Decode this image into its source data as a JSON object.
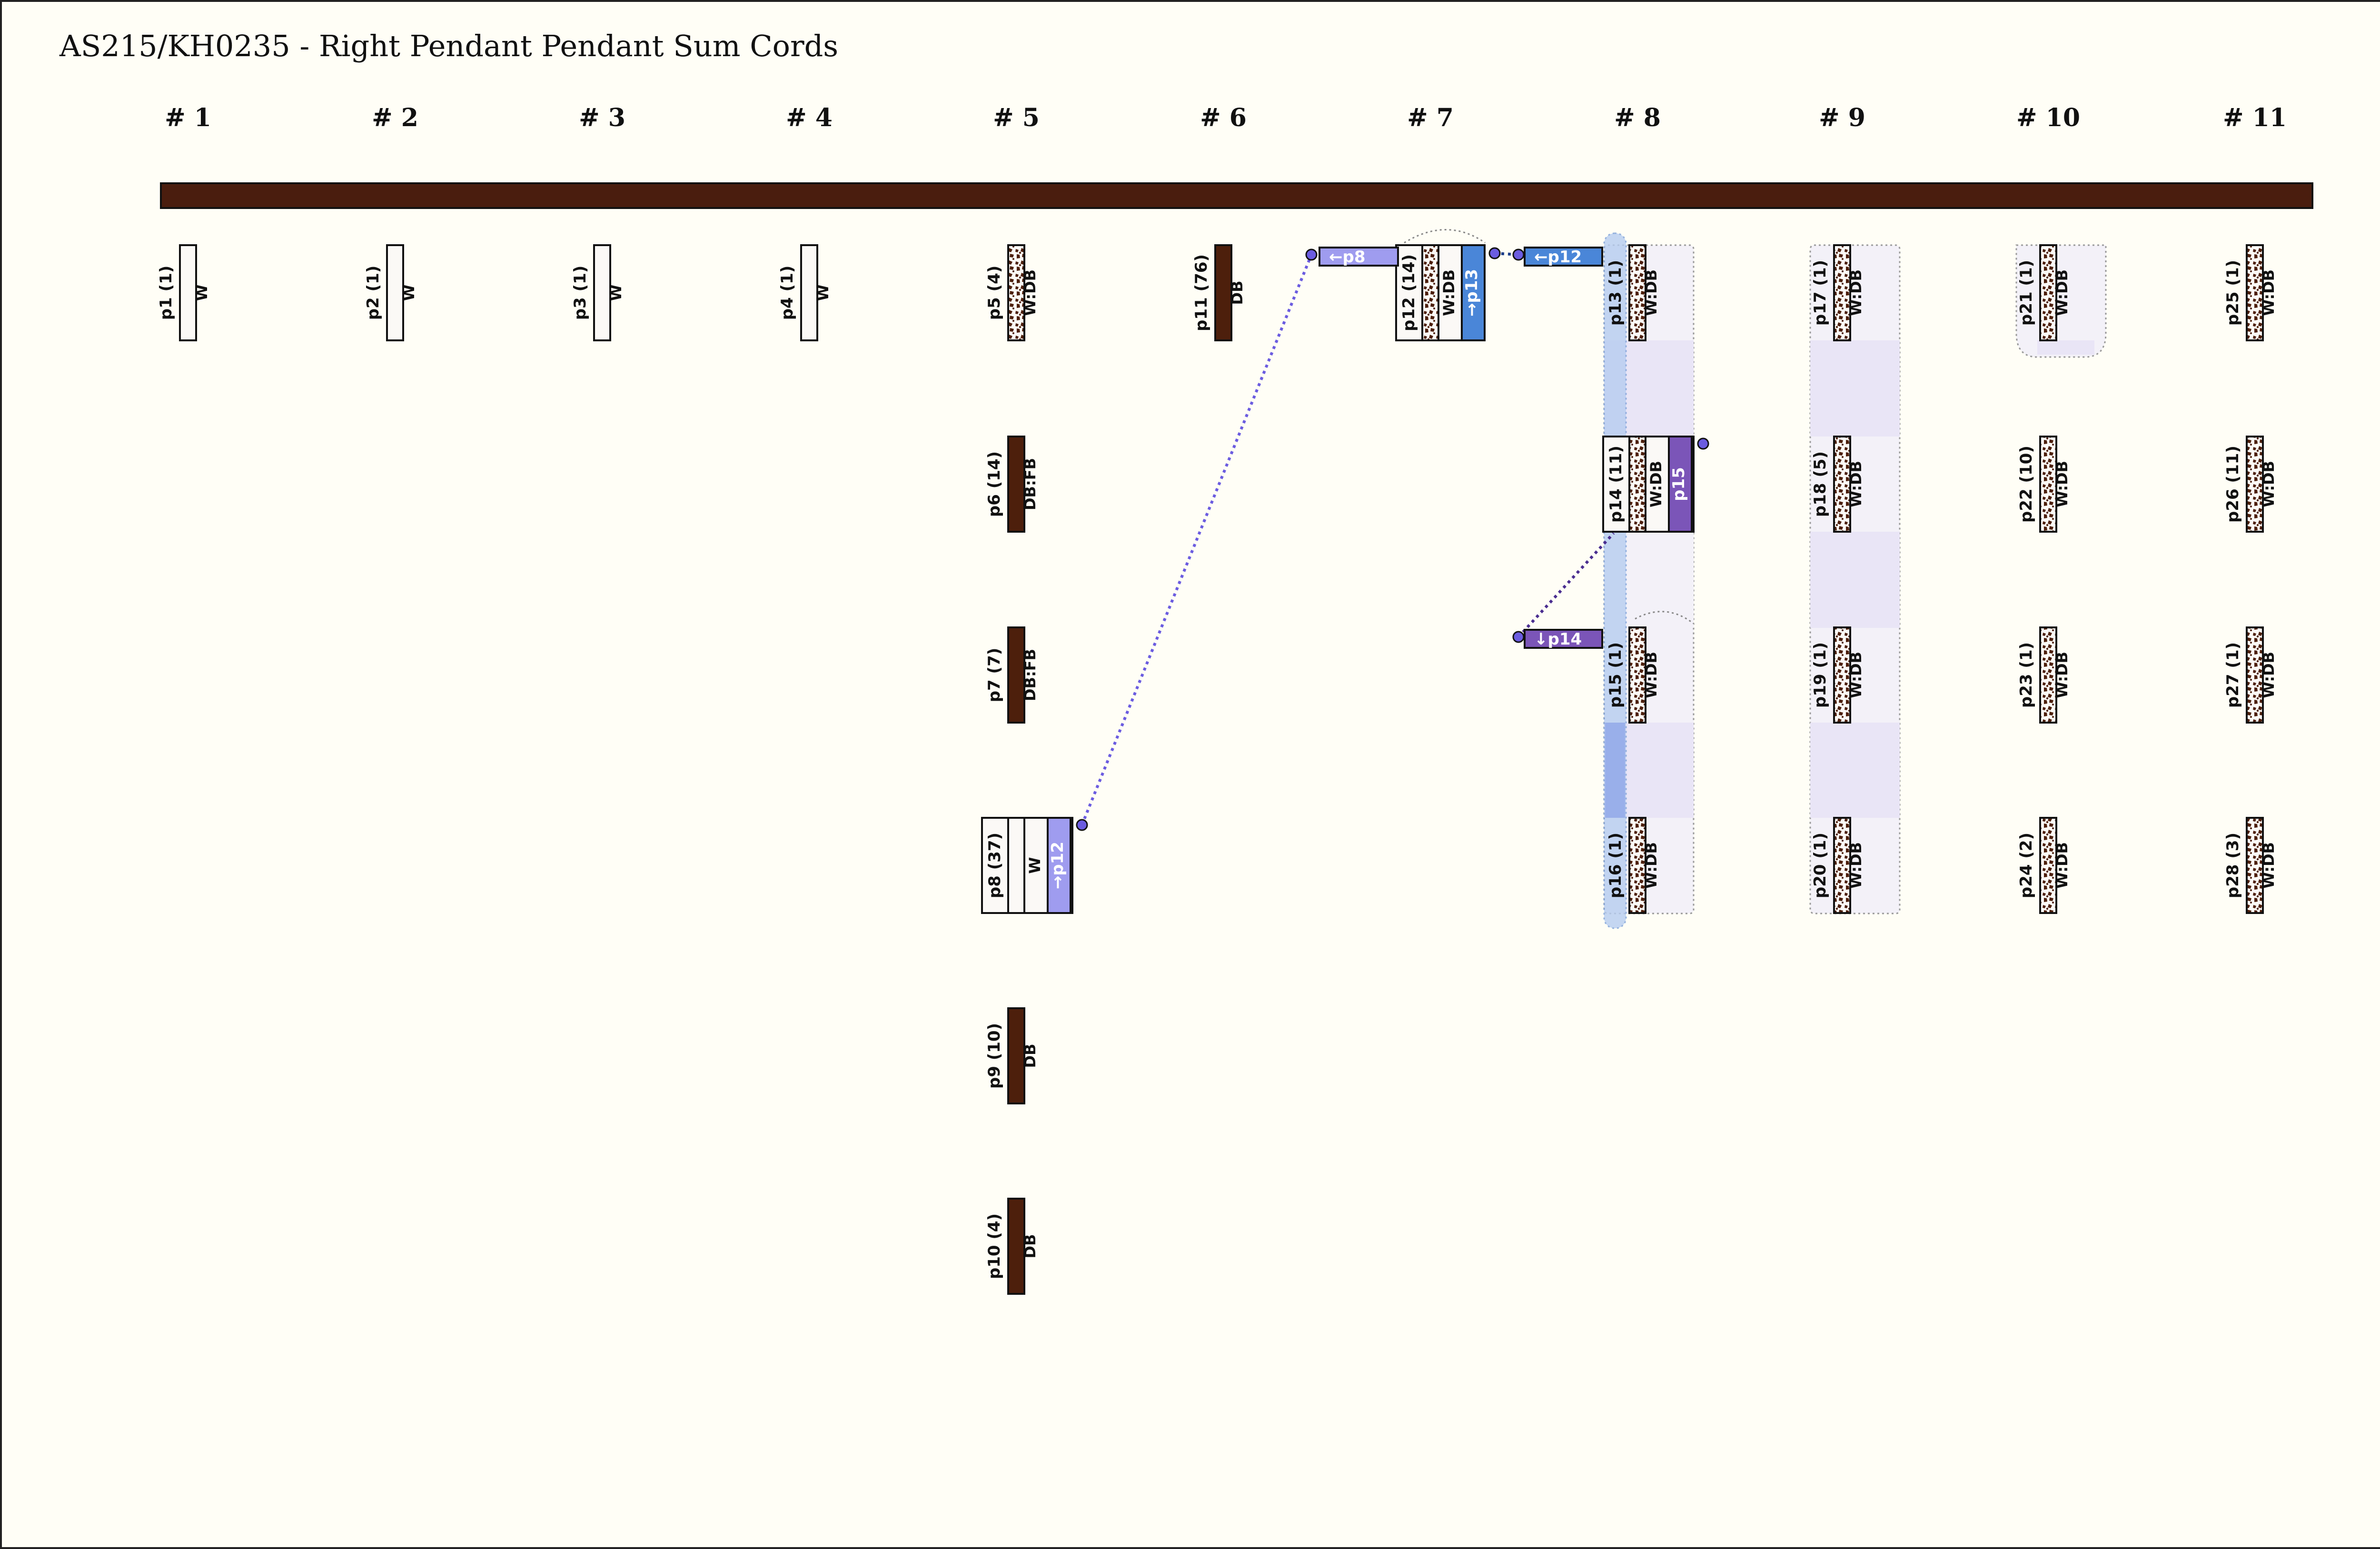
{
  "title": "AS215/KH0235 - Right Pendant Pendant Sum Cords",
  "colors": {
    "background": "#fffef6",
    "primary_cord": "#4a1d0e",
    "cord_dark_brown": "#4d1f0c",
    "white": "#fbf9f6",
    "link_blue": "#4a86d8",
    "link_lavender": "#9f9cef",
    "link_purple": "#7b55b8",
    "group_fill": "#e9e5f6",
    "group_fill_light": "#f3f1f8"
  },
  "groups": [
    {
      "label": "# 1"
    },
    {
      "label": "# 2"
    },
    {
      "label": "# 3"
    },
    {
      "label": "# 4"
    },
    {
      "label": "# 5"
    },
    {
      "label": "# 6"
    },
    {
      "label": "# 7"
    },
    {
      "label": "# 8"
    },
    {
      "label": "# 9"
    },
    {
      "label": "# 10"
    },
    {
      "label": "# 11"
    }
  ],
  "cords": [
    {
      "id": "p1",
      "label": "p1 (1)",
      "color_label": "W",
      "group": 1,
      "level": 1,
      "fill": "white"
    },
    {
      "id": "p2",
      "label": "p2 (1)",
      "color_label": "W",
      "group": 2,
      "level": 1,
      "fill": "white"
    },
    {
      "id": "p3",
      "label": "p3 (1)",
      "color_label": "W",
      "group": 3,
      "level": 1,
      "fill": "white"
    },
    {
      "id": "p4",
      "label": "p4 (1)",
      "color_label": "W",
      "group": 4,
      "level": 1,
      "fill": "white"
    },
    {
      "id": "p5",
      "label": "p5 (4)",
      "color_label": "W:DB",
      "group": 5,
      "level": 1,
      "fill": "mottled"
    },
    {
      "id": "p6",
      "label": "p6 (14)",
      "color_label": "DB:FB",
      "group": 5,
      "level": 2,
      "fill": "dark"
    },
    {
      "id": "p7",
      "label": "p7 (7)",
      "color_label": "DB:FB",
      "group": 5,
      "level": 3,
      "fill": "dark"
    },
    {
      "id": "p8",
      "label": "p8 (37)",
      "color_label": "W",
      "group": 5,
      "level": 4,
      "fill": "white",
      "link": "→p12"
    },
    {
      "id": "p9",
      "label": "p9 (10)",
      "color_label": "DB",
      "group": 5,
      "level": 5,
      "fill": "dark"
    },
    {
      "id": "p10",
      "label": "p10 (4)",
      "color_label": "DB",
      "group": 5,
      "level": 6,
      "fill": "dark"
    },
    {
      "id": "p11",
      "label": "p11 (76)",
      "color_label": "DB",
      "group": 6,
      "level": 1,
      "fill": "dark"
    },
    {
      "id": "p12",
      "label": "p12 (14)",
      "color_label": "W:DB",
      "group": 7,
      "level": 1,
      "fill": "mottled",
      "link": "→p13",
      "in_link": "←p8"
    },
    {
      "id": "p13",
      "label": "p13 (1)",
      "color_label": "W:DB",
      "group": 8,
      "level": 1,
      "fill": "mottled",
      "in_link": "←p12"
    },
    {
      "id": "p14",
      "label": "p14 (11)",
      "color_label": "W:DB",
      "group": 8,
      "level": 2,
      "fill": "mottled",
      "link": "p15"
    },
    {
      "id": "p15",
      "label": "p15 (1)",
      "color_label": "W:DB",
      "group": 8,
      "level": 3,
      "fill": "mottled",
      "in_link": "↓p14"
    },
    {
      "id": "p16",
      "label": "p16 (1)",
      "color_label": "W:DB",
      "group": 8,
      "level": 4,
      "fill": "mottled"
    },
    {
      "id": "p17",
      "label": "p17 (1)",
      "color_label": "W:DB",
      "group": 9,
      "level": 1,
      "fill": "mottled"
    },
    {
      "id": "p18",
      "label": "p18 (5)",
      "color_label": "W:DB",
      "group": 9,
      "level": 2,
      "fill": "mottled"
    },
    {
      "id": "p19",
      "label": "p19 (1)",
      "color_label": "W:DB",
      "group": 9,
      "level": 3,
      "fill": "mottled"
    },
    {
      "id": "p20",
      "label": "p20 (1)",
      "color_label": "W:DB",
      "group": 9,
      "level": 4,
      "fill": "mottled"
    },
    {
      "id": "p21",
      "label": "p21 (1)",
      "color_label": "W:DB",
      "group": 10,
      "level": 1,
      "fill": "mottled"
    },
    {
      "id": "p22",
      "label": "p22 (10)",
      "color_label": "W:DB",
      "group": 10,
      "level": 2,
      "fill": "mottled"
    },
    {
      "id": "p23",
      "label": "p23 (1)",
      "color_label": "W:DB",
      "group": 10,
      "level": 3,
      "fill": "mottled"
    },
    {
      "id": "p24",
      "label": "p24 (2)",
      "color_label": "W:DB",
      "group": 10,
      "level": 4,
      "fill": "mottled"
    },
    {
      "id": "p25",
      "label": "p25 (1)",
      "color_label": "W:DB",
      "group": 11,
      "level": 1,
      "fill": "mottled"
    },
    {
      "id": "p26",
      "label": "p26 (11)",
      "color_label": "W:DB",
      "group": 11,
      "level": 2,
      "fill": "mottled"
    },
    {
      "id": "p27",
      "label": "p27 (1)",
      "color_label": "W:DB",
      "group": 11,
      "level": 3,
      "fill": "mottled"
    },
    {
      "id": "p28",
      "label": "p28 (3)",
      "color_label": "W:DB",
      "group": 11,
      "level": 4,
      "fill": "mottled"
    }
  ]
}
